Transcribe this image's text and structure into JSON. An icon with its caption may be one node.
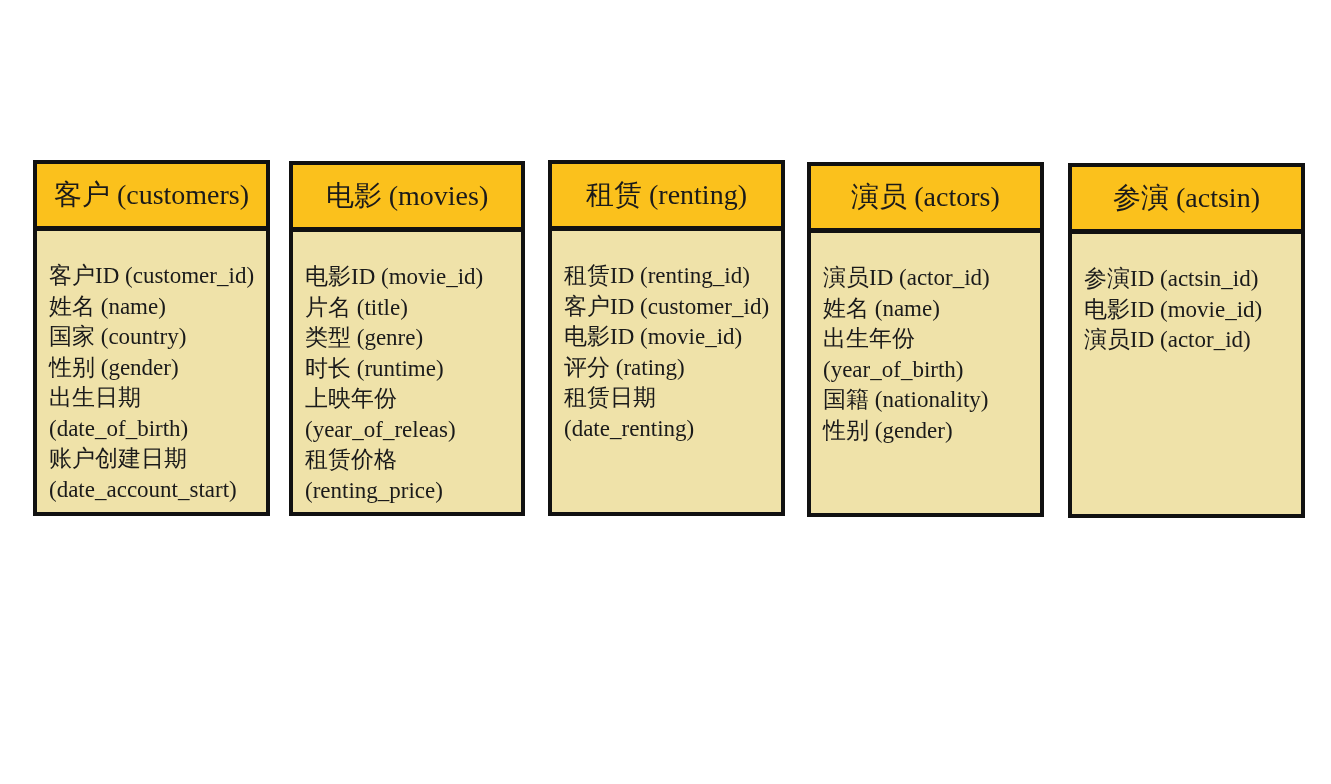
{
  "diagram": {
    "nodes": [
      {
        "text": [
          "客户 (customers)",
          "客户ID (customer_id)",
          "姓名 (name)",
          "国家 (country)",
          "性别 (gender)",
          "出生日期 (date_of_birth)",
          "账户创建日期 (date_account_start)"
        ]
      },
      {
        "text": [
          "电影 (movies)",
          "电影ID (movie_id)",
          "片名 (title)",
          "类型 (genre)",
          "时长 (runtime)",
          "上映年份 (year_of_releas)",
          "租赁价格 (renting_price)"
        ]
      },
      {
        "text": [
          "租赁 (renting)",
          "租赁ID (renting_id)",
          "客户ID (customer_id)",
          "电影ID (movie_id)",
          "评分 (rating)",
          "租赁日期 (date_renting)"
        ]
      },
      {
        "text": [
          "演员 (actors)",
          "演员ID (actor_id)",
          "姓名 (name)",
          "出生年份 (year_of_birth)",
          "国籍 (nationality)",
          "性别 (gender)"
        ]
      },
      {
        "text": [
          "参演 (actsin)",
          "参演ID (actsin_id)",
          "电影ID (movie_id)",
          "演员ID (actor_id)"
        ]
      }
    ]
  }
}
